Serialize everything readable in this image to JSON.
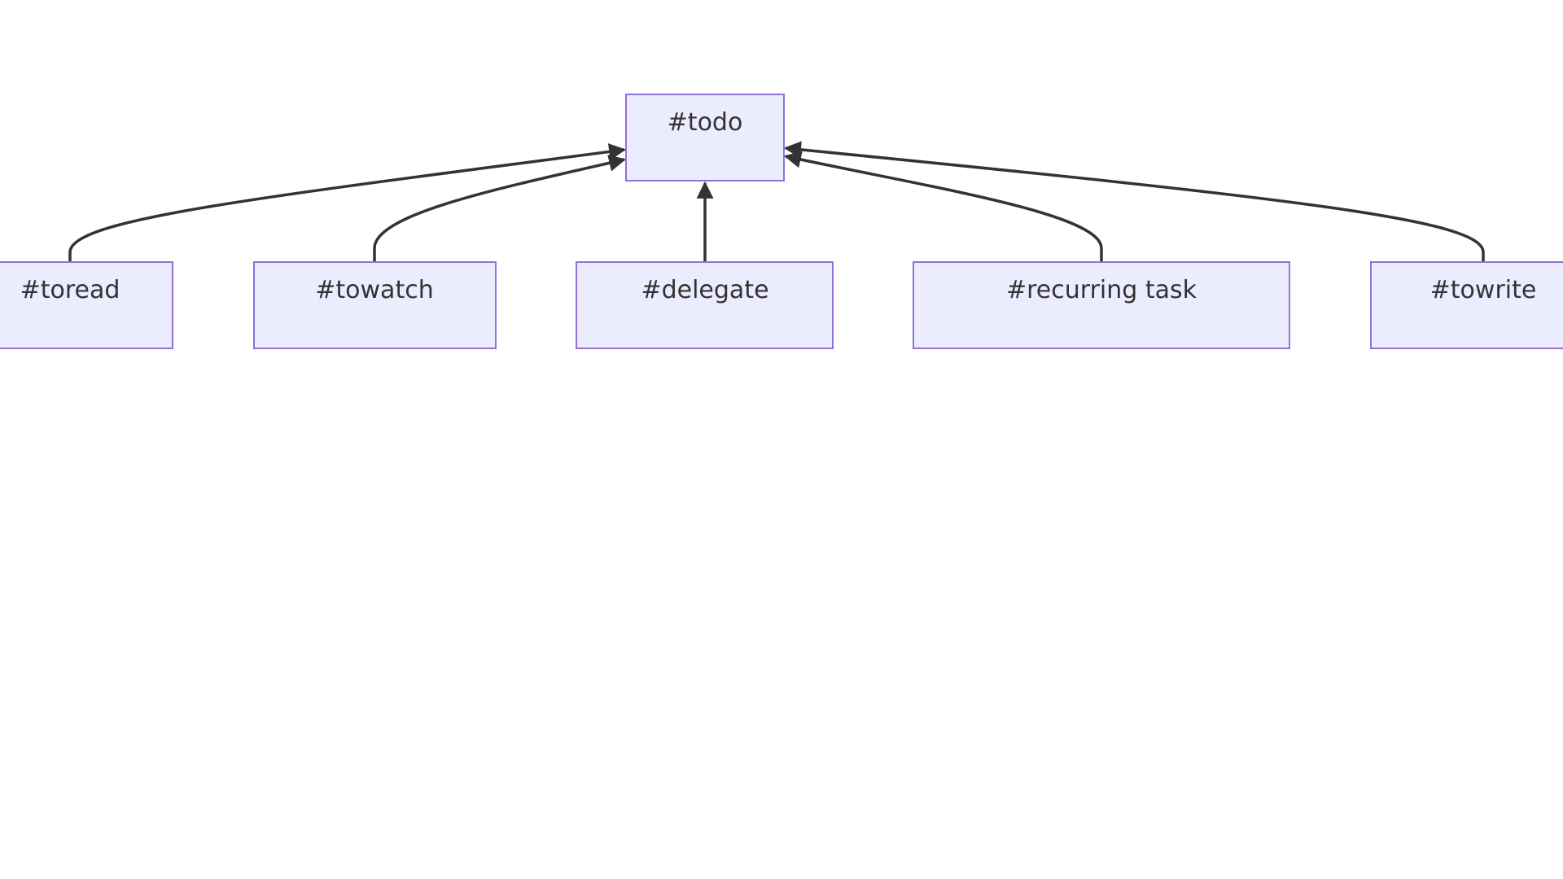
{
  "diagram": {
    "type": "flowchart",
    "nodes": [
      {
        "id": "todo",
        "label": "#todo"
      },
      {
        "id": "toread",
        "label": "#toread"
      },
      {
        "id": "towatch",
        "label": "#towatch"
      },
      {
        "id": "delegate",
        "label": "#delegate"
      },
      {
        "id": "recurring",
        "label": "#recurring task"
      },
      {
        "id": "towrite",
        "label": "#towrite"
      }
    ],
    "edges": [
      {
        "from": "toread",
        "to": "todo"
      },
      {
        "from": "towatch",
        "to": "todo"
      },
      {
        "from": "delegate",
        "to": "todo"
      },
      {
        "from": "recurring",
        "to": "todo"
      },
      {
        "from": "towrite",
        "to": "todo"
      }
    ],
    "colors": {
      "node_fill": "#ECECFF",
      "node_border": "#9370DB",
      "edge": "#333333",
      "text": "#333333"
    }
  }
}
